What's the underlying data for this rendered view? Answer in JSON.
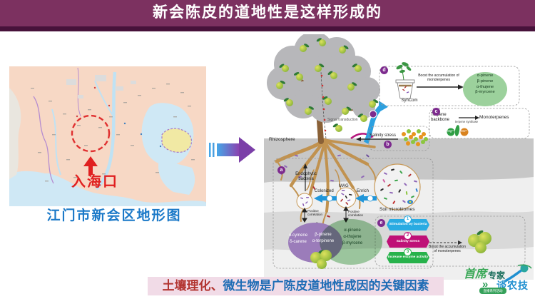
{
  "title_bar": {
    "title": "新会陈皮的道地性是这样形成的"
  },
  "map": {
    "caption": "江门市新会区地形图",
    "estuary_label": "入海口"
  },
  "diagram": {
    "labels": {
      "rhizosphere": "Rhizosphere",
      "signal_transduction": "Signal transduction",
      "salinity_stress": "Salinity stress",
      "endophytic_bacteria": "Endophytic bacteria",
      "colonized": "Colonized",
      "mag": "MAG",
      "enrich": "Enrich",
      "soil_microbiomes": "Soil microbiomes",
      "positive_correlation": "Positive correlation",
      "syncom": "SynCom",
      "boost_monoterpenes": "Boost the accumulation of monoterpenes",
      "terpene_backbone": "Terpene backbone",
      "terpene_synthase": "terpene synthase",
      "monoterpenes": "Monoterpenes",
      "mg_ion": "Mg²⁺",
      "mn_ion": "Mn²⁺"
    },
    "panel_badges": {
      "a": "a",
      "b": "b",
      "c": "c",
      "d": "d",
      "e": "e"
    },
    "monoterpene_list": [
      "α-pinene",
      "β-pinene",
      "α-thujene",
      "β-myrcene"
    ],
    "venn": {
      "left": [
        "o-cymene",
        "δ-carene"
      ],
      "overlap": [
        "β-pinene",
        "α-terpinene"
      ],
      "right": [
        "α-pinene",
        "α-thujene",
        "β-myrcene"
      ]
    },
    "steps": [
      {
        "num": "1",
        "label": "Stimulation by bacteria"
      },
      {
        "num": "2",
        "label": "Salinity stress"
      },
      {
        "num": "3",
        "label": "Increase enzyme activity"
      }
    ]
  },
  "footer": {
    "highlight": "土壤理化、",
    "rest": "微生物是广陈皮道地性成因的关键因素"
  },
  "logo": {
    "part1": "首席",
    "part2": "专家",
    "chevron": "»",
    "part3": "谈农技",
    "badge": "直播系列活动"
  },
  "colors": {
    "title_bar_bg": "#7c3160",
    "title_strip": "#47123a",
    "caption_blue": "#1b79c8",
    "estuary_red": "#e02020",
    "footer_bg": "#f1dbe7",
    "footer_red": "#b23430",
    "footer_blue": "#1e6cb5",
    "panel_badge_purple": "#7d2b8e",
    "step_blue": "#29abe2",
    "step_magenta": "#bf1077",
    "step_green": "#27b24b",
    "arrow_gradient": [
      "#45a7e8",
      "#8a42b0"
    ]
  }
}
